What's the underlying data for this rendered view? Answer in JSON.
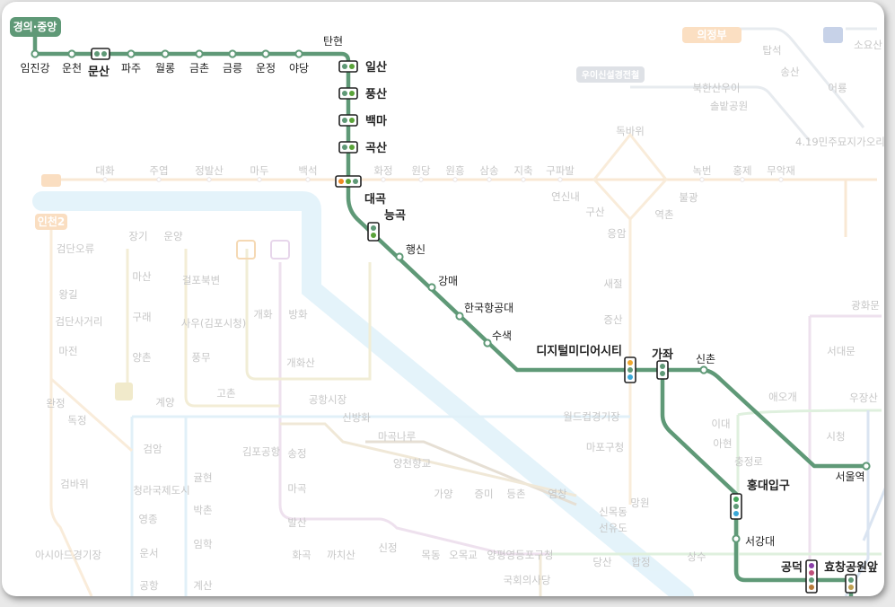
{
  "line": {
    "name": "경의·중앙",
    "color": "#5f9977"
  },
  "stations": [
    {
      "name": "임진강",
      "bold": false
    },
    {
      "name": "운천",
      "bold": false
    },
    {
      "name": "문산",
      "bold": true
    },
    {
      "name": "파주",
      "bold": false
    },
    {
      "name": "월롱",
      "bold": false
    },
    {
      "name": "금촌",
      "bold": false
    },
    {
      "name": "금릉",
      "bold": false
    },
    {
      "name": "운정",
      "bold": false
    },
    {
      "name": "야당",
      "bold": false
    },
    {
      "name": "탄현",
      "bold": false
    },
    {
      "name": "일산",
      "bold": true
    },
    {
      "name": "풍산",
      "bold": true
    },
    {
      "name": "백마",
      "bold": true
    },
    {
      "name": "곡산",
      "bold": true
    },
    {
      "name": "대곡",
      "bold": true
    },
    {
      "name": "능곡",
      "bold": true
    },
    {
      "name": "행신",
      "bold": false
    },
    {
      "name": "강매",
      "bold": false
    },
    {
      "name": "한국항공대",
      "bold": false
    },
    {
      "name": "수색",
      "bold": false
    },
    {
      "name": "디지털미디어시티",
      "bold": true
    },
    {
      "name": "가좌",
      "bold": true
    },
    {
      "name": "신촌",
      "bold": false
    },
    {
      "name": "서울역",
      "bold": false
    },
    {
      "name": "홍대입구",
      "bold": true
    },
    {
      "name": "서강대",
      "bold": false
    },
    {
      "name": "공덕",
      "bold": true
    },
    {
      "name": "효창공원앞",
      "bold": true
    }
  ],
  "background": {
    "line_badges": [
      "의정부",
      "우이신설경전철",
      "인천2"
    ],
    "labels": [
      "대화",
      "주엽",
      "정발산",
      "마두",
      "백석",
      "화정",
      "원당",
      "원흥",
      "삼송",
      "지축",
      "구파발",
      "녹번",
      "홍제",
      "무악재",
      "탑석",
      "송산",
      "소요산",
      "북한산우이",
      "솔밭공원",
      "어룡",
      "4.19민주묘지",
      "가오리",
      "독바위",
      "연신내",
      "구산",
      "역촌",
      "불광",
      "응암",
      "새절",
      "증산",
      "서대문",
      "광화문",
      "검단오류",
      "왕길",
      "검단사거리",
      "마전",
      "완정",
      "독정",
      "검바위",
      "아시아드경기장",
      "장기",
      "운양",
      "마산",
      "구래",
      "양촌",
      "걸포북변",
      "사우(김포시청)",
      "풍무",
      "계양",
      "고촌",
      "개화",
      "방화",
      "개화산",
      "김포공항",
      "송정",
      "마곡",
      "발산",
      "공항시장",
      "신방화",
      "마곡나루",
      "양천향교",
      "검암",
      "청라국제도시",
      "영종",
      "운서",
      "공항",
      "귤현",
      "박촌",
      "임학",
      "계산",
      "가양",
      "증미",
      "등촌",
      "염창",
      "월드컵경기장",
      "마포구청",
      "망원",
      "신목동",
      "선유도",
      "당산",
      "합정",
      "상수",
      "이대",
      "아현",
      "충정로",
      "애오개",
      "시청",
      "우장산",
      "화곡",
      "까치산",
      "신정",
      "목동",
      "오목교",
      "양평",
      "영등포구청",
      "국회의사당"
    ]
  }
}
